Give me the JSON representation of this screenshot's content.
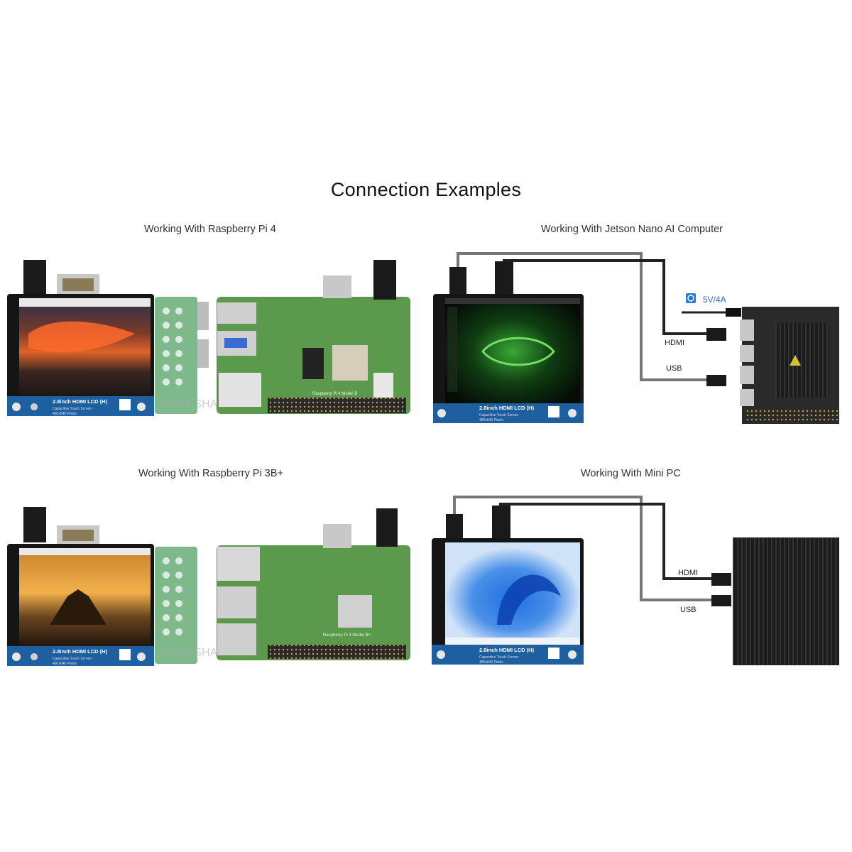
{
  "title": "Connection Examples",
  "captions": {
    "rpi4": "Working With Raspberry Pi 4",
    "jetson": "Working With Jetson Nano AI Computer",
    "rpi3": "Working With Raspberry Pi 3B+",
    "minipc": "Working With Mini PC"
  },
  "panel": {
    "line1": "2.8inch HDMI LCD (H)",
    "line2": "Capacitive Touch Screen",
    "line3": "480x640 Pixels"
  },
  "labels": {
    "power": "5V/4A",
    "hdmi": "HDMI",
    "usb": "USB",
    "watermark": "WAVESHARE",
    "pi4_silk": "Raspberry Pi 4 Model B",
    "pi3_silk": "Raspberry Pi 3 Model B+"
  },
  "colors": {
    "board_green": "#5b9a4c",
    "panel_blue": "#1e5fa0",
    "cable_gray": "#777777",
    "heatsink": "#1a1a1a"
  },
  "icons": [
    "power-icon",
    "waveshare-logo-icon",
    "jetson-logo-icon"
  ]
}
